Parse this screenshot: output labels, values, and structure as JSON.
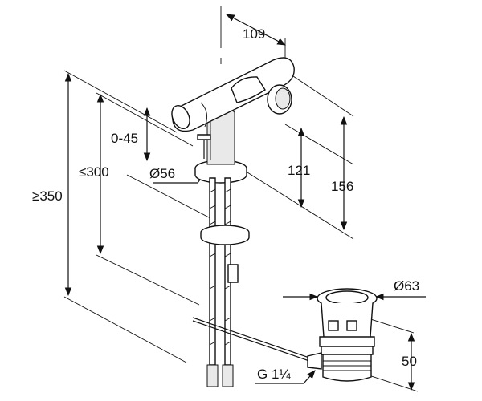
{
  "dimensions": {
    "spout_reach": "109",
    "lever_range": "0-45",
    "max_height_300": "≤300",
    "min_height_350": "≥350",
    "base_diameter": "Ø56",
    "spout_height": "121",
    "total_height": "156",
    "waste_diameter": "Ø63",
    "waste_height": "50",
    "thread": "G 1¼"
  }
}
